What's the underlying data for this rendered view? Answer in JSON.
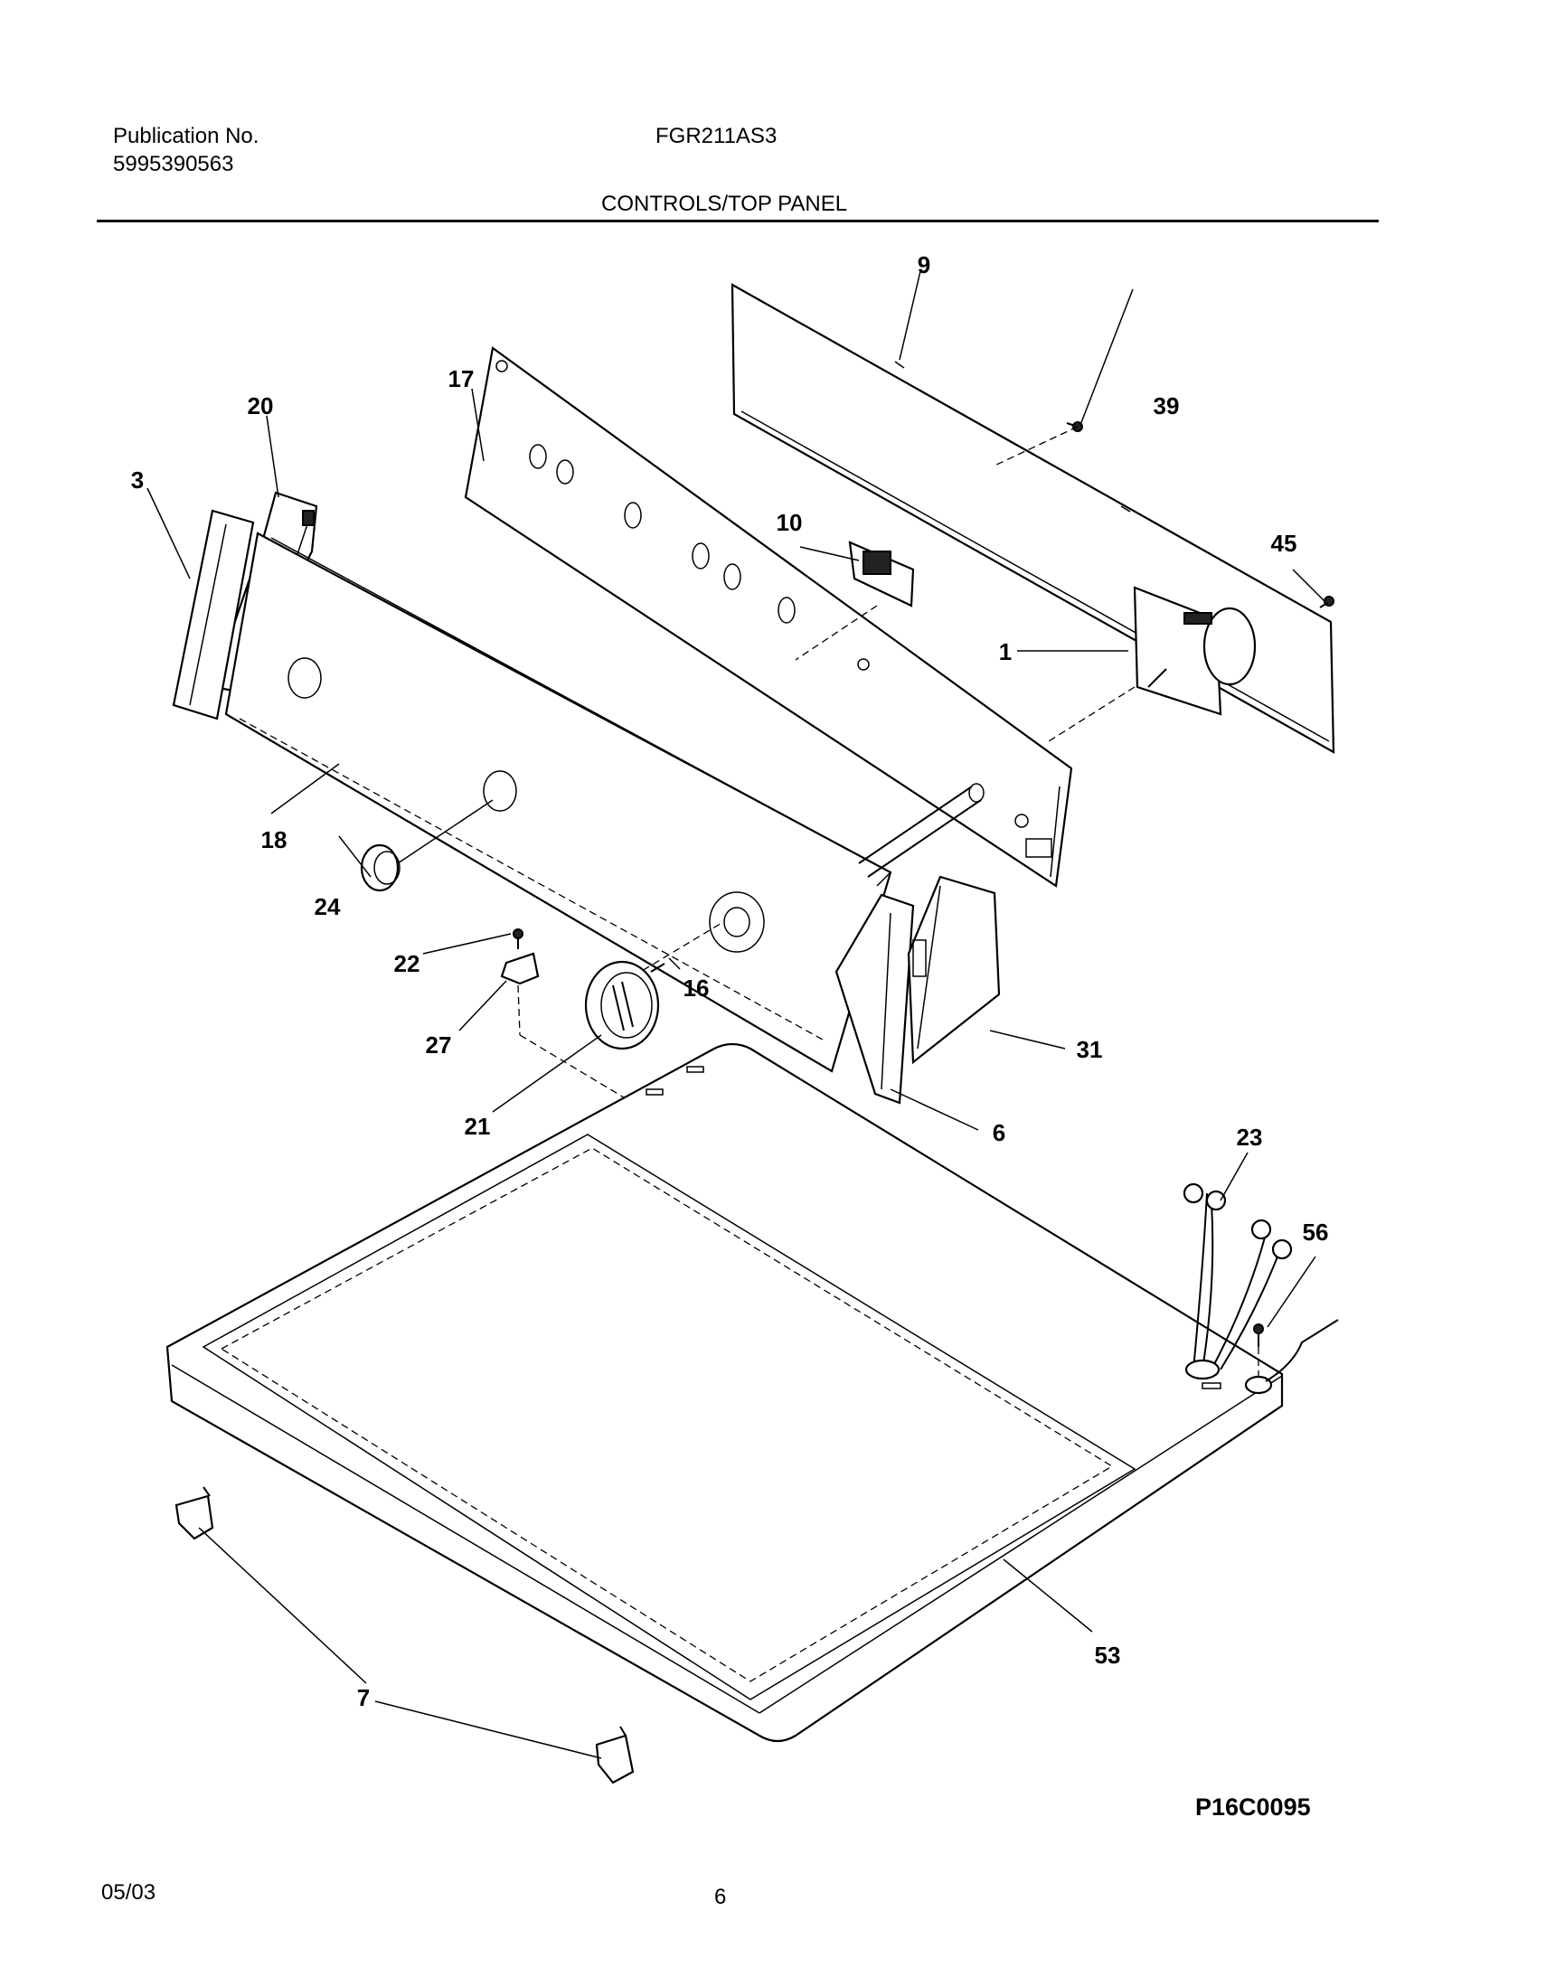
{
  "header": {
    "publication_label": "Publication No.",
    "publication_number": "5995390563",
    "model": "FGR211AS3",
    "section_title": "CONTROLS/TOP PANEL"
  },
  "diagram": {
    "callouts": {
      "p1": "1",
      "p3": "3",
      "p6": "6",
      "p7": "7",
      "p9": "9",
      "p10": "10",
      "p16": "16",
      "p17": "17",
      "p18": "18",
      "p20": "20",
      "p21": "21",
      "p22": "22",
      "p23": "23",
      "p24": "24",
      "p27": "27",
      "p31": "31",
      "p39": "39",
      "p45": "45",
      "p53": "53",
      "p56": "56"
    },
    "diagram_code": "P16C0095"
  },
  "footer": {
    "date": "05/03",
    "page_number": "6"
  }
}
